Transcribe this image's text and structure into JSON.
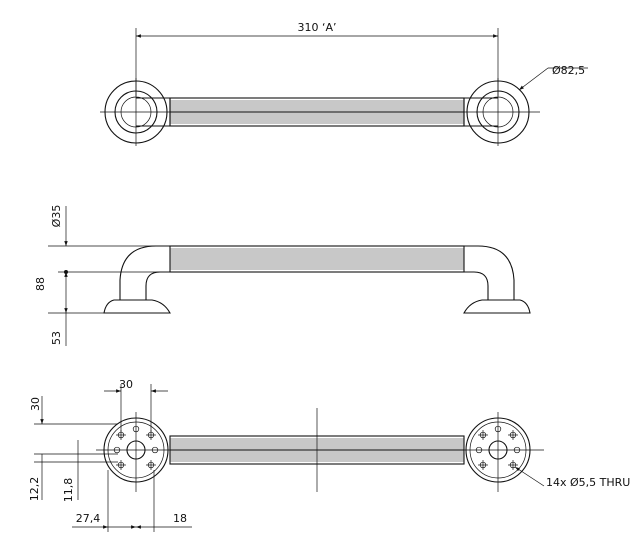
{
  "top_view": {
    "length_label": "310 ‘A’",
    "flange_dia_label": "Ø82,5"
  },
  "side_view": {
    "tube_dia_label": "Ø35",
    "projection_label": "88",
    "flange_offset_label": "53"
  },
  "bottom_view": {
    "hole_spacing_x_label": "30",
    "hole_offset_y_label": "30",
    "offset_12_2_label": "12,2",
    "offset_11_8_label": "11,8",
    "offset_27_4_label": "27,4",
    "offset_18_label": "18",
    "holes_note": "14x Ø5,5 THRU"
  }
}
